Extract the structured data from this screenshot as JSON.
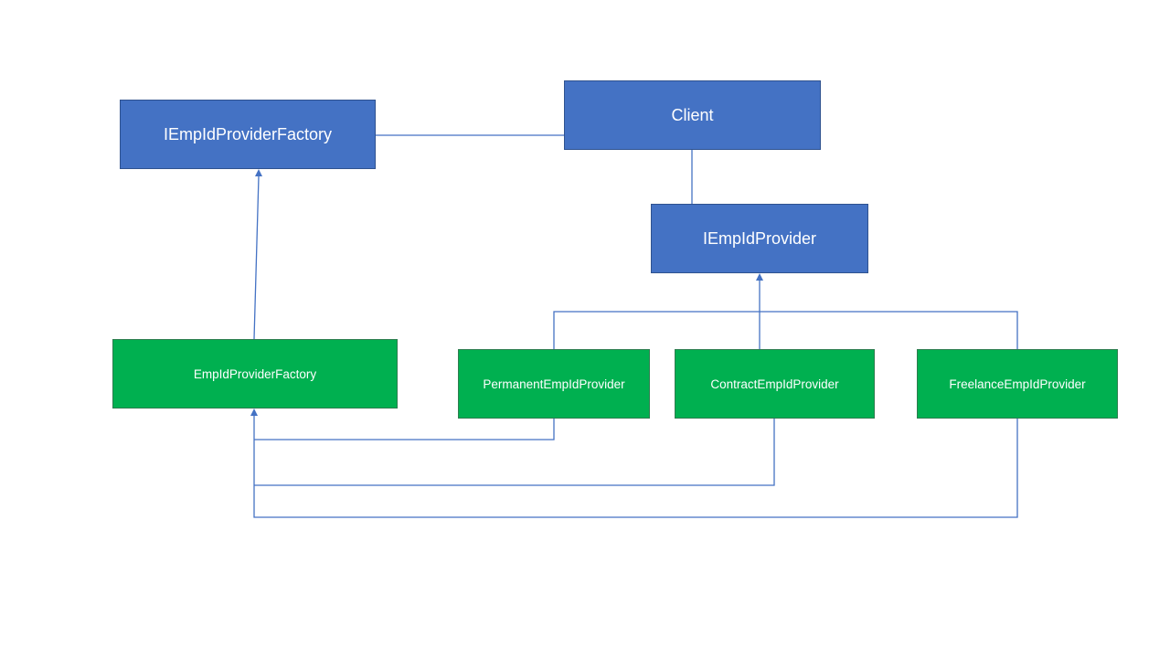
{
  "colors": {
    "interface_fill": "#4472c4",
    "implementation_fill": "#00b050",
    "connector": "#4472c4",
    "background": "#ffffff"
  },
  "nodes": {
    "factory_interface": {
      "label": "IEmpIdProviderFactory",
      "kind": "interface"
    },
    "client": {
      "label": "Client",
      "kind": "interface"
    },
    "provider_interface": {
      "label": "IEmpIdProvider",
      "kind": "interface"
    },
    "factory": {
      "label": "EmpIdProviderFactory",
      "kind": "implementation"
    },
    "permanent": {
      "label": "PermanentEmpIdProvider",
      "kind": "implementation"
    },
    "contract": {
      "label": "ContractEmpIdProvider",
      "kind": "implementation"
    },
    "freelance": {
      "label": "FreelanceEmpIdProvider",
      "kind": "implementation"
    }
  },
  "edges": [
    {
      "from": "client",
      "to": "factory_interface",
      "arrow": false
    },
    {
      "from": "client",
      "to": "provider_interface",
      "arrow": false
    },
    {
      "from": "factory",
      "to": "factory_interface",
      "arrow": true
    },
    {
      "from": "permanent",
      "to": "provider_interface",
      "arrow": true
    },
    {
      "from": "contract",
      "to": "provider_interface",
      "arrow": true
    },
    {
      "from": "freelance",
      "to": "provider_interface",
      "arrow": true
    },
    {
      "from": "permanent",
      "to": "factory",
      "arrow": true
    },
    {
      "from": "contract",
      "to": "factory",
      "arrow": true
    },
    {
      "from": "freelance",
      "to": "factory",
      "arrow": true
    }
  ]
}
